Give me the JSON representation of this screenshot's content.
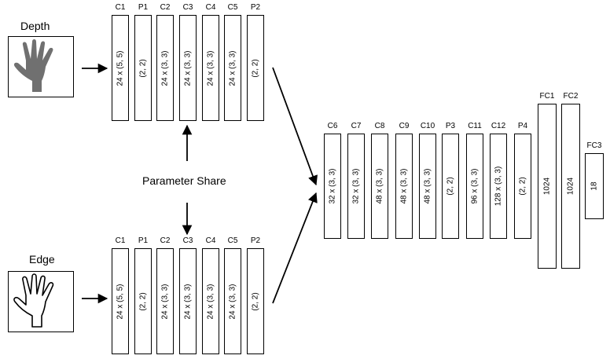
{
  "inputs": {
    "depth_label": "Depth",
    "edge_label": "Edge",
    "depth_icon": "filled-hand-icon",
    "edge_icon": "outline-hand-icon"
  },
  "share_label": "Parameter Share",
  "branch_layers": [
    {
      "name": "C1",
      "text": "24 x (5, 5)"
    },
    {
      "name": "P1",
      "text": "(2, 2)"
    },
    {
      "name": "C2",
      "text": "24 x (3, 3)"
    },
    {
      "name": "C3",
      "text": "24 x (3, 3)"
    },
    {
      "name": "C4",
      "text": "24 x (3, 3)"
    },
    {
      "name": "C5",
      "text": "24 x (3, 3)"
    },
    {
      "name": "P2",
      "text": "(2, 2)"
    }
  ],
  "merged_layers": [
    {
      "name": "C6",
      "text": "32 x (3, 3)"
    },
    {
      "name": "C7",
      "text": "32 x (3, 3)"
    },
    {
      "name": "C8",
      "text": "48 x (3, 3)"
    },
    {
      "name": "C9",
      "text": "48 x (3, 3)"
    },
    {
      "name": "C10",
      "text": "48 x (3, 3)"
    },
    {
      "name": "P3",
      "text": "(2, 2)"
    },
    {
      "name": "C11",
      "text": "96 x (3, 3)"
    },
    {
      "name": "C12",
      "text": "128 x (3, 3)"
    },
    {
      "name": "P4",
      "text": "(2, 2)"
    }
  ],
  "fc_layers": [
    {
      "name": "FC1",
      "text": "1024"
    },
    {
      "name": "FC2",
      "text": "1024"
    },
    {
      "name": "FC3",
      "text": "18"
    }
  ],
  "colors": {
    "hand_fill": "#707070",
    "line": "#000000"
  }
}
